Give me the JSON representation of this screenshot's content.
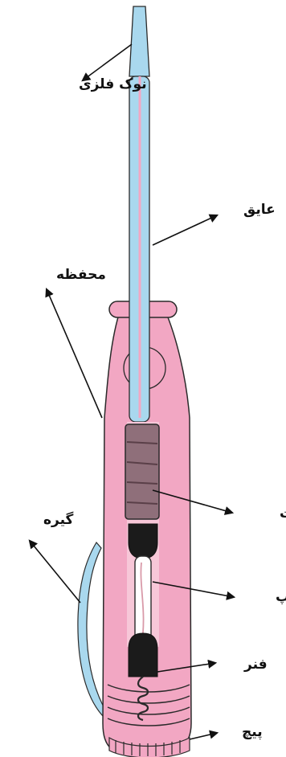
{
  "diagram": {
    "labels": {
      "metal_tip": "نوک فلزی",
      "insulator": "عایق",
      "casing": "محفظه",
      "resistor": "مقاومت",
      "clip": "گیره",
      "lamp": "لامپ",
      "spring": "فنر",
      "screw": "پیچ"
    },
    "colors": {
      "casing": "#f2a7c3",
      "insulator": "#a9d8ee",
      "resistor": "#8f6f7a",
      "lamp_cap": "#1b1b1b",
      "outline": "#2a2a2a",
      "arrow": "#111111"
    }
  }
}
